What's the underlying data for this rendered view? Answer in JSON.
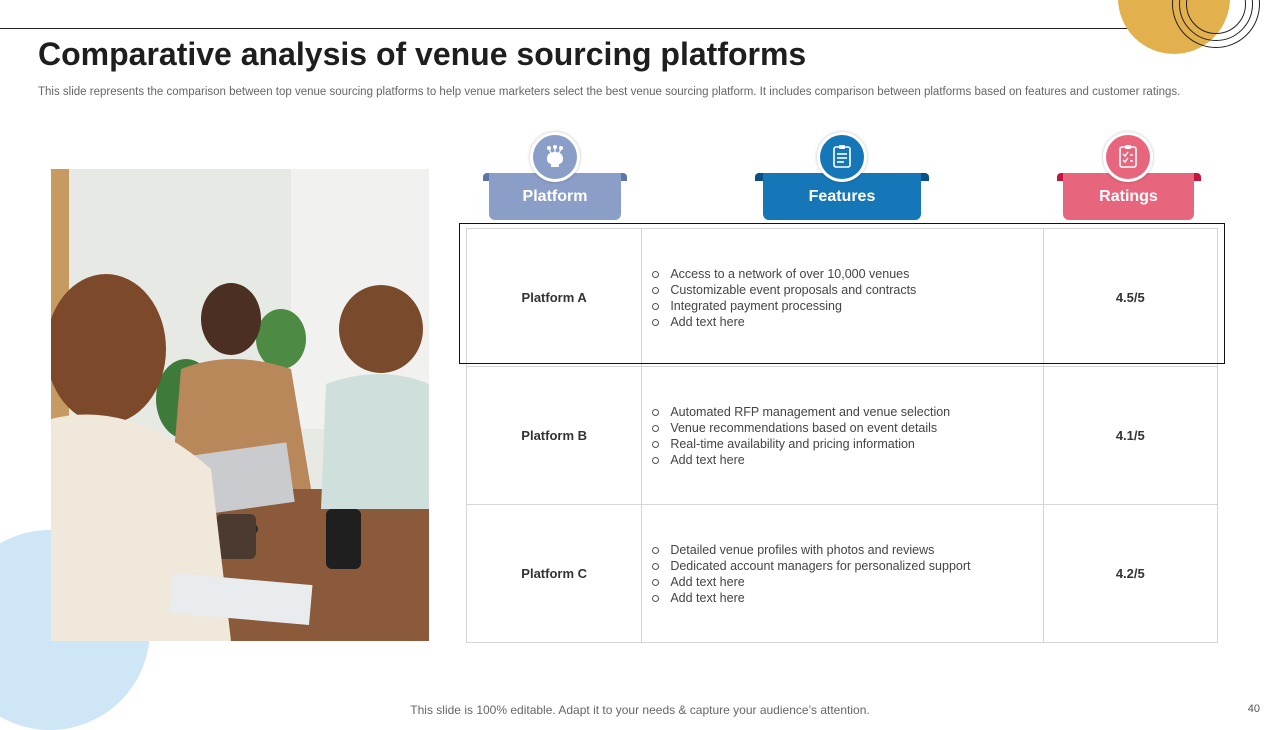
{
  "title": "Comparative analysis of venue sourcing platforms",
  "subtitle": "This slide represents the comparison between top venue sourcing platforms to help venue marketers select the best venue sourcing platform. It includes comparison between platforms based on features and customer ratings.",
  "headers": {
    "platform": {
      "label": "Platform",
      "icon": "network-head-icon",
      "color": "#8a9ec8"
    },
    "features": {
      "label": "Features",
      "icon": "checklist-icon",
      "color": "#1577b8"
    },
    "ratings": {
      "label": "Ratings",
      "icon": "clipboard-check-icon",
      "color": "#e8667d"
    }
  },
  "rows": [
    {
      "name": "Platform A",
      "features": [
        "Access to a network of over 10,000 venues",
        "Customizable event proposals and contracts",
        "Integrated payment processing",
        "Add text here"
      ],
      "rating": "4.5/5"
    },
    {
      "name": "Platform B",
      "features": [
        "Automated RFP management and venue selection",
        "Venue recommendations based on event details",
        "Real-time availability and pricing information",
        "Add text here"
      ],
      "rating": "4.1/5"
    },
    {
      "name": "Platform C",
      "features": [
        " Detailed venue profiles with photos and reviews",
        " Dedicated account managers for personalized support",
        "Add text here",
        "Add text here"
      ],
      "rating": "4.2/5"
    }
  ],
  "footer": "This slide is 100% editable. Adapt it to your needs & capture your audience’s attention.",
  "page_number": "40",
  "colors": {
    "accent_gold": "#e2b04c",
    "light_blue": "#cfe6f6"
  }
}
